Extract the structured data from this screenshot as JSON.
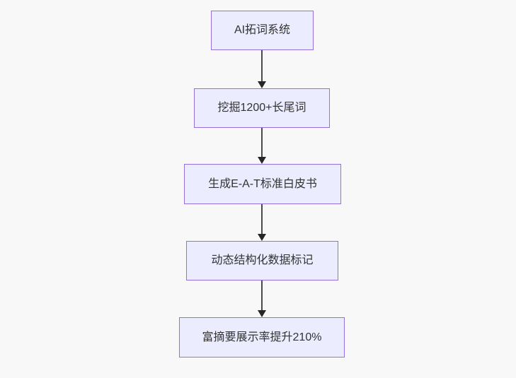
{
  "flowchart": {
    "type": "flowchart-top-down",
    "colors": {
      "canvas-bg": "#f8f8f8",
      "node-fill": "#ececff",
      "node-border": "#9370db",
      "edge-line": "#4a4a4a",
      "arrowhead": "#262626",
      "text": "#333333"
    },
    "nodes": [
      {
        "label": "AI拓词系统"
      },
      {
        "label": "挖掘1200+长尾词"
      },
      {
        "label": "生成E-A-T标准白皮书"
      },
      {
        "label": "动态结构化数据标记"
      },
      {
        "label": "富摘要展示率提升210%"
      }
    ],
    "edges": [
      {
        "from": 0,
        "to": 1
      },
      {
        "from": 1,
        "to": 2
      },
      {
        "from": 2,
        "to": 3
      },
      {
        "from": 3,
        "to": 4
      }
    ]
  }
}
